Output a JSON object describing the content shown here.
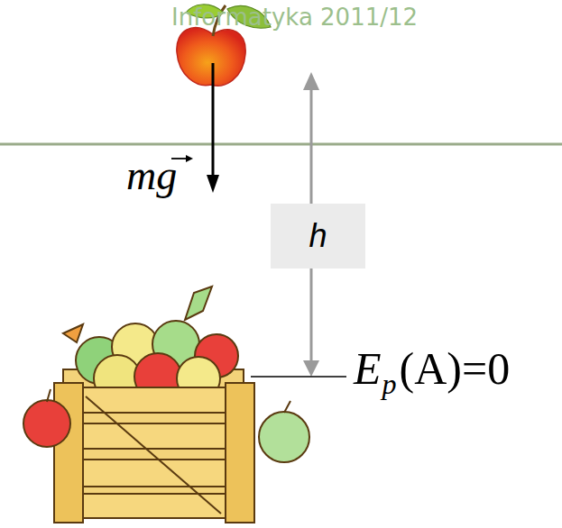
{
  "diagram": {
    "nodes": [
      {
        "text": [
          "h"
        ]
      }
    ],
    "labels": [
      "Informatyka 2011/12",
      "mg",
      "E",
      "p",
      "(A)=0"
    ]
  }
}
